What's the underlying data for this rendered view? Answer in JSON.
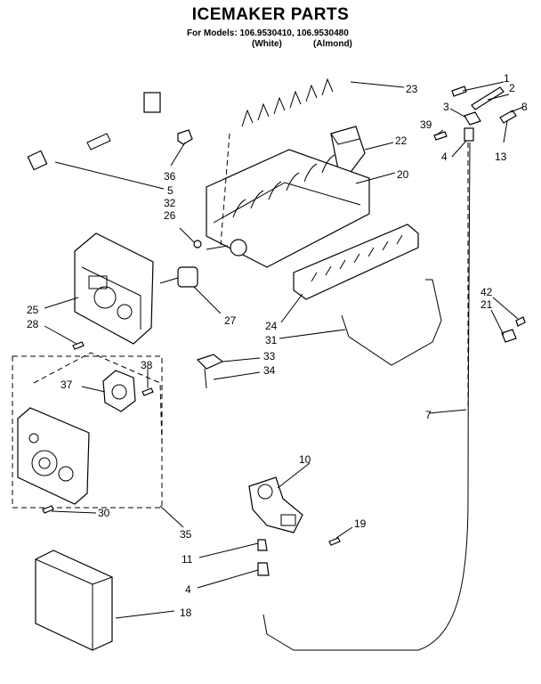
{
  "header": {
    "title": "ICEMAKER PARTS",
    "models_line": "For Models: 106.9530410, 106.9530480",
    "color_white": "(White)",
    "color_almond": "(Almond)"
  },
  "callouts": {
    "c1": "1",
    "c2": "2",
    "c3": "3",
    "c8": "8",
    "c39": "39",
    "c22": "22",
    "c23": "23",
    "c4a": "4",
    "c13": "13",
    "c20": "20",
    "c36": "36",
    "c5": "5",
    "c32": "32",
    "c26": "26",
    "c25": "25",
    "c28": "28",
    "c27": "27",
    "c24": "24",
    "c31": "31",
    "c33": "33",
    "c34": "34",
    "c38": "38",
    "c37": "37",
    "c42": "42",
    "c21": "21",
    "c7": "7",
    "c10": "10",
    "c19": "19",
    "c30": "30",
    "c35": "35",
    "c11": "11",
    "c4b": "4",
    "c18": "18"
  }
}
